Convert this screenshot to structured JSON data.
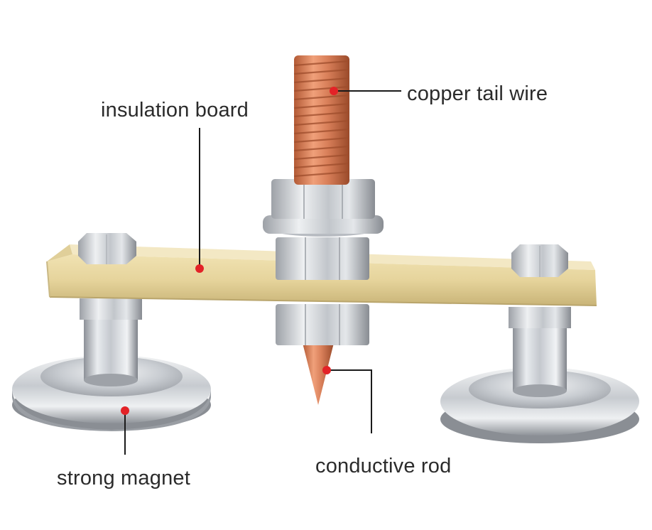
{
  "labels": {
    "copper_tail_wire": "copper tail wire",
    "insulation_board": "insulation board",
    "conductive_rod": "conductive rod",
    "strong_magnet": "strong magnet"
  },
  "colors": {
    "marker_dot": "#e32227",
    "leader_line": "#1a1a1a",
    "board": "#e3d39c",
    "copper": "#d9805a",
    "steel": "#c9cdd2"
  }
}
